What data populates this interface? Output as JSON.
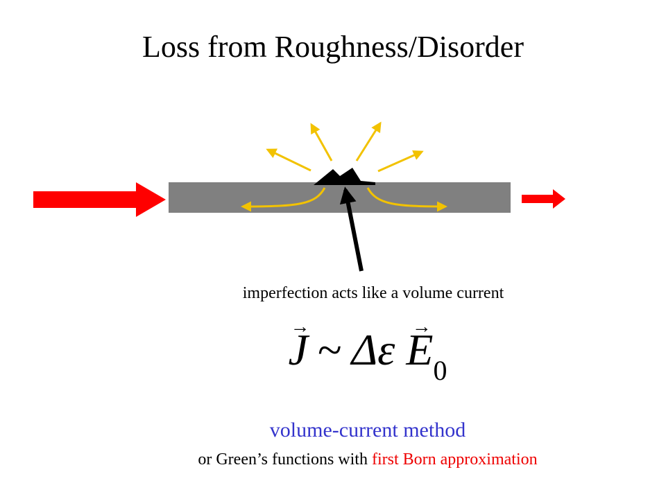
{
  "title": "Loss from Roughness/Disorder",
  "caption": "imperfection acts like a volume current",
  "equation": {
    "current_symbol": "J",
    "relation": "~",
    "delta_eps": "Δε",
    "field_symbol": "E",
    "field_subscript": "0",
    "vector_mark": "→"
  },
  "method_text": "volume-current method",
  "born_line": {
    "prefix": "or Green’s functions with ",
    "highlight": "first Born approximation"
  },
  "colors": {
    "waveguide": "#808080",
    "input_arrow": "#ff0000",
    "scatter_arrows": "#f2c200",
    "pointer": "#000000",
    "method_text": "#3333cc",
    "highlight_text": "#ee0000"
  }
}
